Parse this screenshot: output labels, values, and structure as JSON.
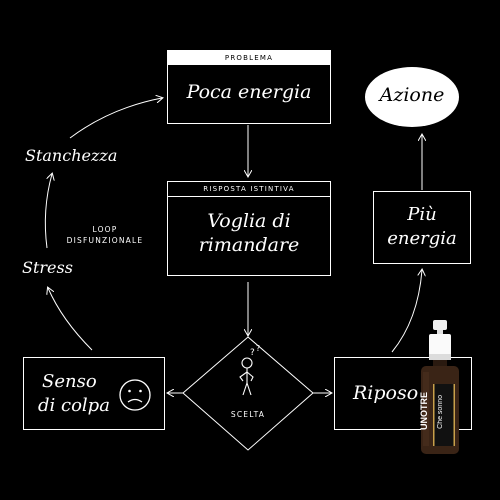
{
  "problem_box": {
    "header": "PROBLEMA",
    "text": "Poca energia"
  },
  "response_box": {
    "header": "RISPOSTA ISTINTIVA",
    "line1": "Voglia di",
    "line2": "rimandare"
  },
  "action": {
    "text": "Azione"
  },
  "more_energy": {
    "line1": "Più",
    "line2": "energia"
  },
  "loop": {
    "fatigue": "Stanchezza",
    "stress": "Stress",
    "label_line1": "LOOP",
    "label_line2": "DISFUNZIONALE"
  },
  "guilt_box": {
    "line1": "Senso",
    "line2": "di colpa",
    "icon": "sad-face-icon"
  },
  "choice": {
    "label": "SCELTA",
    "icon": "stick-figure-icon"
  },
  "rest_box": {
    "text": "Riposo"
  },
  "product": {
    "brand": "UNOTRE",
    "name": "Che sonno"
  },
  "colors": {
    "background": "#000000",
    "foreground": "#ffffff",
    "bottle": "#3a2416",
    "gold": "#c8a04a"
  }
}
